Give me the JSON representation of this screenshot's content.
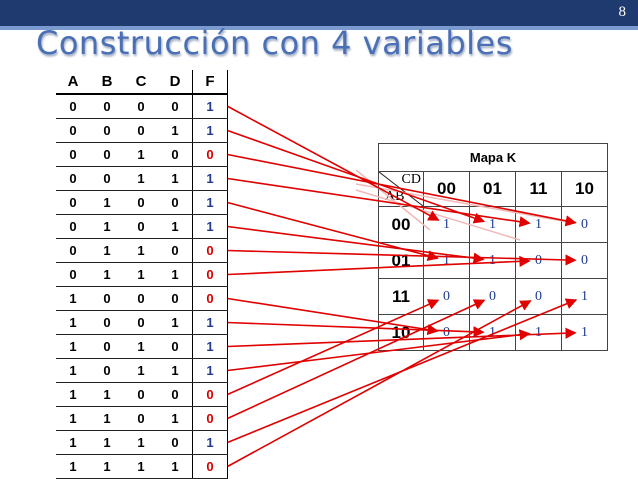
{
  "page_number": "8",
  "title": "Construcción con 4 variables",
  "truth_table": {
    "headers": [
      "A",
      "B",
      "C",
      "D",
      "F"
    ],
    "rows": [
      [
        "0",
        "0",
        "0",
        "0",
        "1"
      ],
      [
        "0",
        "0",
        "0",
        "1",
        "1"
      ],
      [
        "0",
        "0",
        "1",
        "0",
        "0"
      ],
      [
        "0",
        "0",
        "1",
        "1",
        "1"
      ],
      [
        "0",
        "1",
        "0",
        "0",
        "1"
      ],
      [
        "0",
        "1",
        "0",
        "1",
        "1"
      ],
      [
        "0",
        "1",
        "1",
        "0",
        "0"
      ],
      [
        "0",
        "1",
        "1",
        "1",
        "0"
      ],
      [
        "1",
        "0",
        "0",
        "0",
        "0"
      ],
      [
        "1",
        "0",
        "0",
        "1",
        "1"
      ],
      [
        "1",
        "0",
        "1",
        "0",
        "1"
      ],
      [
        "1",
        "0",
        "1",
        "1",
        "1"
      ],
      [
        "1",
        "1",
        "0",
        "0",
        "0"
      ],
      [
        "1",
        "1",
        "0",
        "1",
        "0"
      ],
      [
        "1",
        "1",
        "1",
        "0",
        "1"
      ],
      [
        "1",
        "1",
        "1",
        "1",
        "0"
      ]
    ]
  },
  "kmap": {
    "title": "Mapa K",
    "col_var": "CD",
    "row_var": "AB",
    "col_headers": [
      "00",
      "01",
      "11",
      "10"
    ],
    "row_headers": [
      "00",
      "01",
      "11",
      "10"
    ],
    "cells": [
      [
        "1",
        "1",
        "1",
        "0"
      ],
      [
        "1",
        "1",
        "0",
        "0"
      ],
      [
        "0",
        "0",
        "0",
        "1"
      ],
      [
        "0",
        "1",
        "1",
        "1"
      ]
    ]
  },
  "colors": {
    "header_bar": "#1e3a6e",
    "title": "#4a6fb5",
    "one": "#1f3a8f",
    "zero": "#d40000",
    "arrow": "#e00000"
  }
}
